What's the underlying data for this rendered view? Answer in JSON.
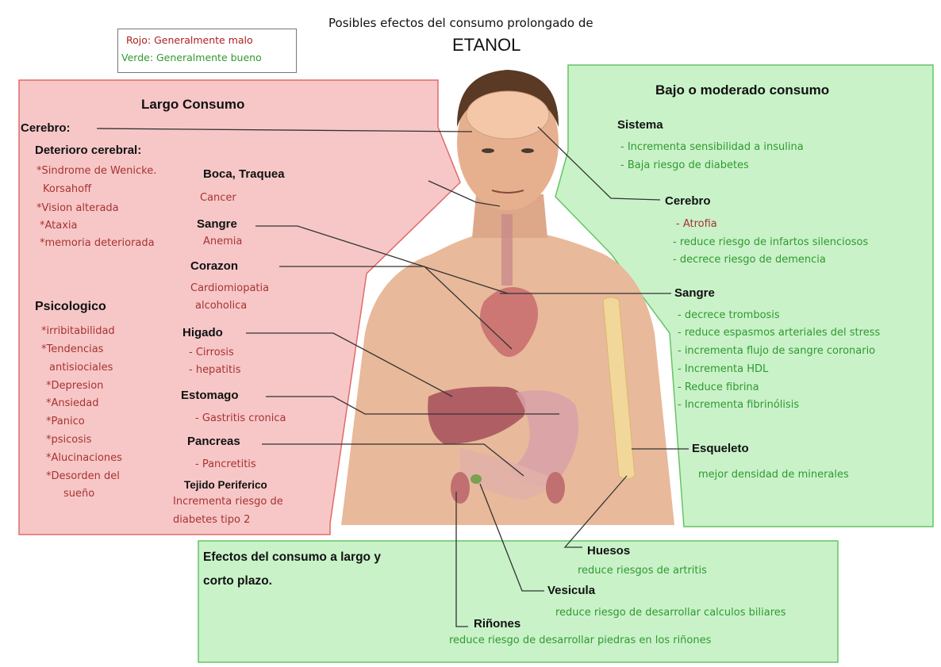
{
  "title": {
    "line1": "Posibles efectos del consumo prolongado de",
    "line2": "ETANOL"
  },
  "legend": {
    "red_label": "Rojo: Generalmente malo",
    "green_label": "Verde: Generalmente bueno"
  },
  "colors": {
    "bad_fill": "#f7c7c7",
    "bad_border": "#e06a6a",
    "good_fill": "#c9f2c9",
    "good_border": "#66c466",
    "bad_text": "#a83232",
    "good_text": "#2f9a2f"
  },
  "long_term": {
    "header": "Largo Consumo",
    "cerebro": "Cerebro:",
    "deterioro": "Deterioro cerebral:",
    "deterioro_items": [
      "*Sindrome de Wenicke.",
      "Korsahoff",
      "*Vision alterada",
      "*Ataxia",
      "*memoria deteriorada"
    ],
    "psicologico": "Psicologico",
    "psicologico_items": [
      "*irribitabilidad",
      "*Tendencias",
      "antisiociales",
      "*Depresion",
      "*Ansiedad",
      "*Panico",
      "*psicosis",
      "*Alucinaciones",
      "*Desorden del",
      "sueño"
    ],
    "boca": "Boca, Traquea",
    "boca_items": [
      "Cancer"
    ],
    "sangre": "Sangre",
    "sangre_items": [
      "Anemia"
    ],
    "corazon": "Corazon",
    "corazon_items": [
      "Cardiomiopatia",
      "alcoholica"
    ],
    "higado": "Higado",
    "higado_items": [
      "- Cirrosis",
      "- hepatitis"
    ],
    "estomago": "Estomago",
    "estomago_items": [
      "- Gastritis cronica"
    ],
    "pancreas": "Pancreas",
    "pancreas_items": [
      "- Pancretitis"
    ],
    "tejido": "Tejido Periferico",
    "tejido_items": [
      "Incrementa riesgo de",
      "diabetes tipo 2"
    ]
  },
  "moderate": {
    "header": "Bajo o moderado consumo",
    "sistema": "Sistema",
    "sistema_items": [
      "- Incrementa sensibilidad a insulina",
      "- Baja riesgo de diabetes"
    ],
    "cerebro": "Cerebro",
    "cerebro_bad": "- Atrofia",
    "cerebro_items": [
      "- reduce riesgo de infartos silenciosos",
      "- decrece riesgo de demencia"
    ],
    "sangre": "Sangre",
    "sangre_items": [
      "- decrece trombosis",
      "- reduce espasmos arteriales del stress",
      "- incrementa flujo de sangre coronario",
      "- Incrementa HDL",
      "- Reduce fibrina",
      "- Incrementa fibrinólisis"
    ],
    "esqueleto": "Esqueleto",
    "esqueleto_items": [
      "mejor densidad de minerales"
    ]
  },
  "both": {
    "header_line1": "Efectos del consumo a largo y",
    "header_line2": "corto plazo.",
    "huesos": "Huesos",
    "huesos_item": "reduce riesgos de artritis",
    "vesicula": "Vesicula",
    "vesicula_item": "reduce riesgo de desarrollar calculos biliares",
    "rinones": "Riñones",
    "rinones_item": "reduce riesgo de desarrollar piedras en los riñones"
  }
}
